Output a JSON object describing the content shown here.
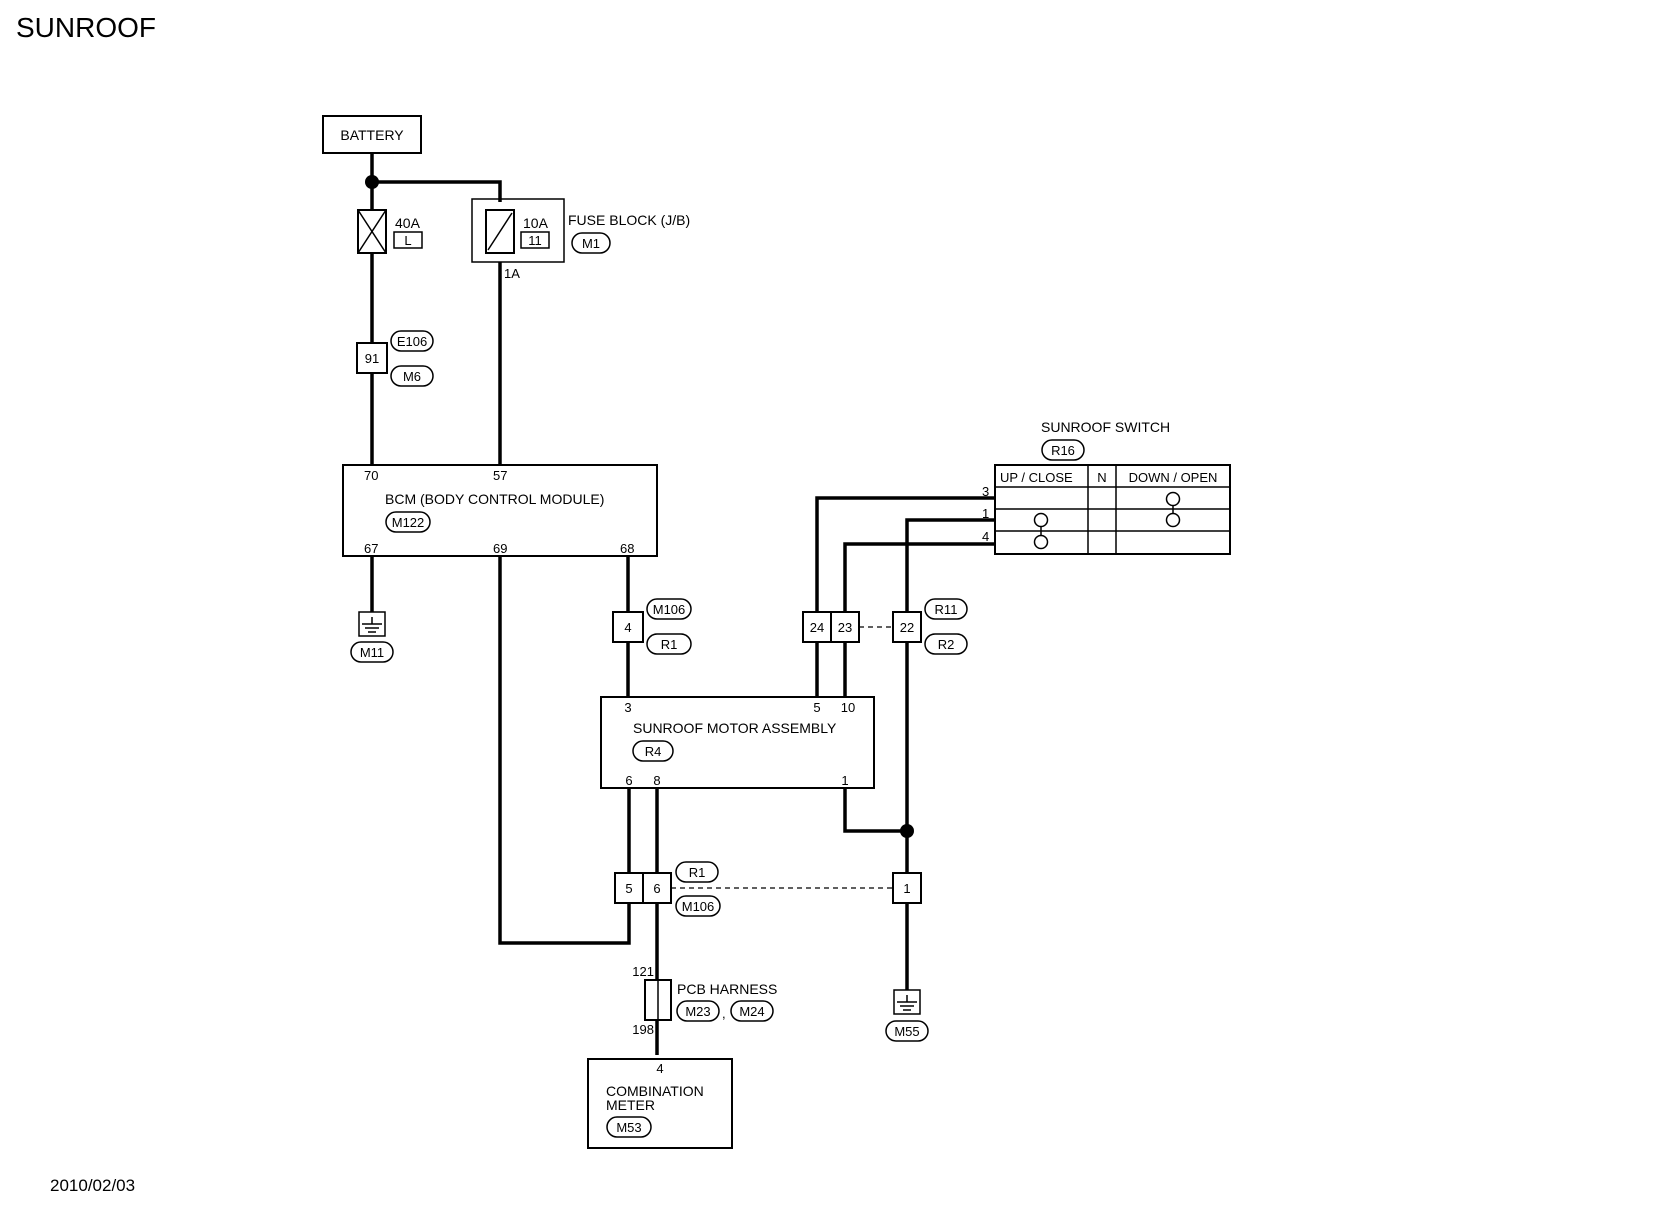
{
  "title": "SUNROOF",
  "date": "2010/02/03",
  "components": {
    "battery": "BATTERY",
    "fuse_40a": {
      "rating": "40A",
      "code": "L"
    },
    "fuse_block": {
      "label": "FUSE BLOCK (J/B)",
      "rating": "10A",
      "code": "11",
      "connector": "M1",
      "terminal": "1A"
    },
    "jc_91": {
      "pin": "91",
      "connectors": [
        "E106",
        "M6"
      ]
    },
    "bcm": {
      "label": "BCM (BODY CONTROL MODULE)",
      "connector": "M122",
      "pins": [
        "70",
        "57",
        "67",
        "69",
        "68"
      ]
    },
    "ground_m11": "M11",
    "jc_m106_upper": {
      "pin": "4",
      "connectors": [
        "M106",
        "R1"
      ]
    },
    "jc_r11": {
      "pins": [
        "24",
        "23",
        "22"
      ],
      "connectors": [
        "R11",
        "R2"
      ]
    },
    "sunroof_switch": {
      "label": "SUNROOF SWITCH",
      "connector": "R16",
      "columns": [
        "UP / CLOSE",
        "N",
        "DOWN / OPEN"
      ],
      "rows": [
        "3",
        "1",
        "4"
      ]
    },
    "motor": {
      "label": "SUNROOF MOTOR ASSEMBLY",
      "connector": "R4",
      "pins_top": [
        "3",
        "5",
        "10"
      ],
      "pins_bottom": [
        "6",
        "8",
        "1"
      ]
    },
    "jc_lower": {
      "pins": [
        "5",
        "6",
        "1"
      ],
      "connectors": [
        "R1",
        "M106"
      ]
    },
    "pcb_harness": {
      "label": "PCB HARNESS",
      "pins": [
        "121",
        "198"
      ],
      "connectors": [
        "M23",
        "M24"
      ],
      "separator": ","
    },
    "ground_m55": "M55",
    "combination_meter": {
      "label_line1": "COMBINATION",
      "label_line2": "METER",
      "connector": "M53",
      "pin": "4"
    }
  }
}
